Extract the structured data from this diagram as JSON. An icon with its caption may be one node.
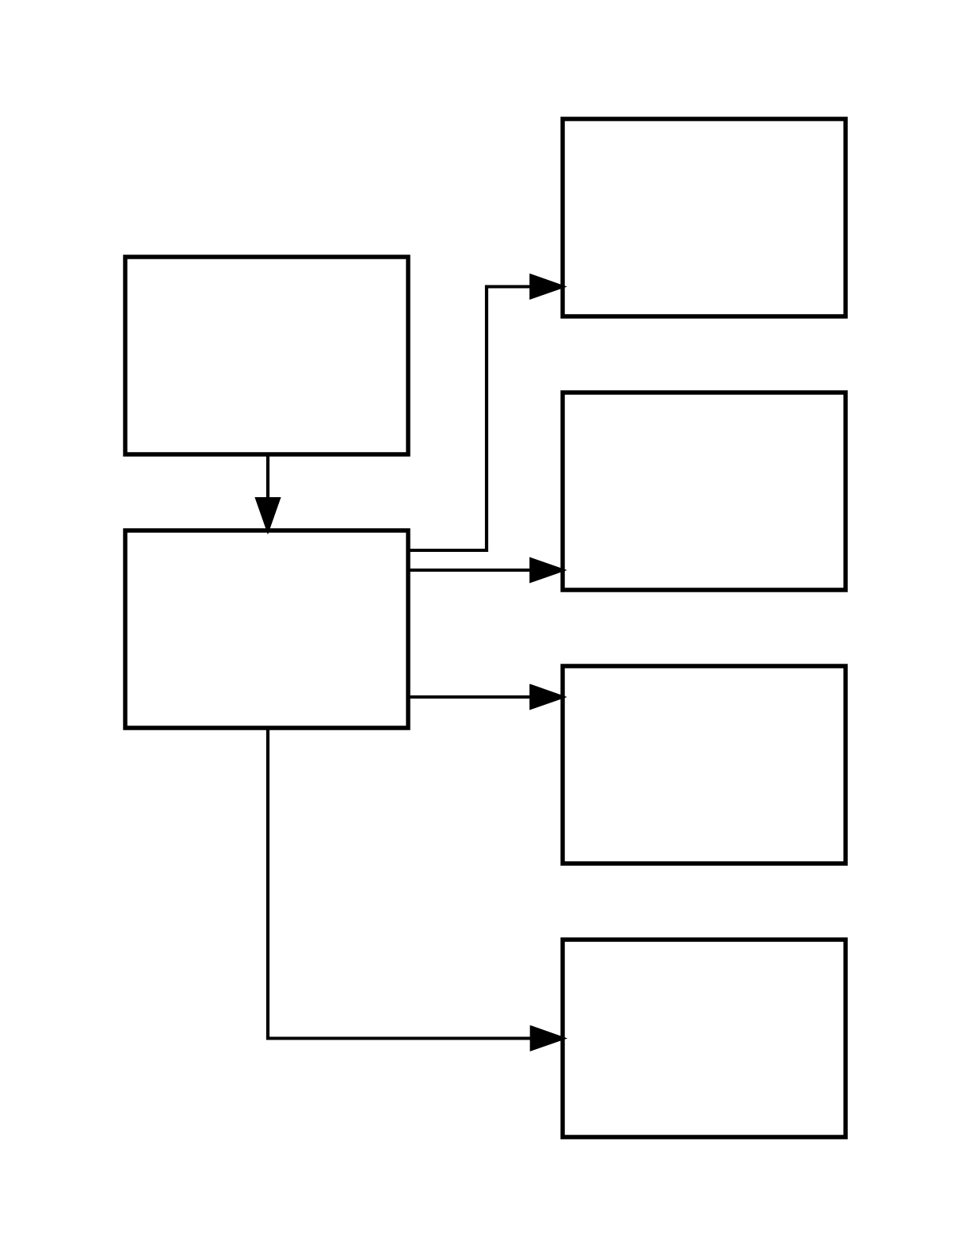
{
  "diagram": {
    "nodes": [
      {
        "text": [],
        "shape": "box"
      },
      {
        "text": [],
        "shape": "box"
      },
      {
        "text": [],
        "shape": "box"
      },
      {
        "text": [],
        "shape": "box"
      },
      {
        "text": [],
        "shape": "box"
      },
      {
        "text": [],
        "shape": "box"
      }
    ],
    "edges": [
      {
        "from": 0,
        "to": 1,
        "arrow": "to"
      },
      {
        "from": 1,
        "to": 2,
        "arrow": "to"
      },
      {
        "from": 1,
        "to": 3,
        "arrow": "to"
      },
      {
        "from": 1,
        "to": 4,
        "arrow": "to"
      },
      {
        "from": 1,
        "to": 5,
        "arrow": "to"
      }
    ]
  }
}
